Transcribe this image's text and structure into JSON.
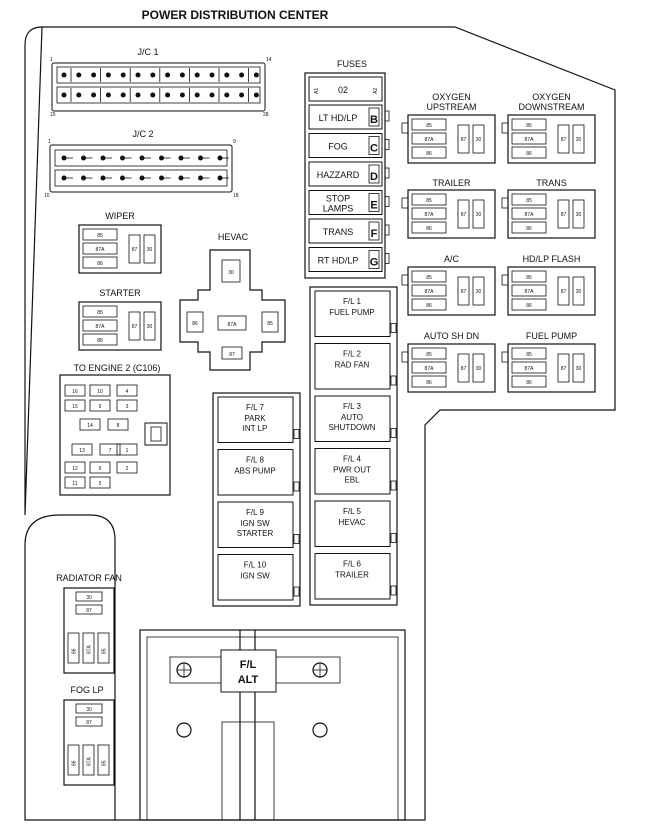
{
  "title": "POWER DISTRIBUTION CENTER",
  "jc1": {
    "label": "J/C 1",
    "pins": [
      "1",
      "14",
      "15",
      "28"
    ]
  },
  "jc2": {
    "label": "J/C 2",
    "pins": [
      "1",
      "9",
      "10",
      "18"
    ]
  },
  "fuses": {
    "label": "FUSES",
    "top": [
      "A1",
      "02",
      "A2"
    ],
    "items": [
      {
        "name": "LT HD/LP",
        "letter": "B"
      },
      {
        "name": "FOG",
        "letter": "C"
      },
      {
        "name": "HAZZARD",
        "letter": "D"
      },
      {
        "name": "STOP LAMPS",
        "letter": "E"
      },
      {
        "name": "TRANS",
        "letter": "F"
      },
      {
        "name": "RT HD/LP",
        "letter": "G"
      }
    ]
  },
  "relays": [
    {
      "name": "OXYGEN UPSTREAM"
    },
    {
      "name": "OXYGEN DOWNSTREAM"
    },
    {
      "name": "TRAILER"
    },
    {
      "name": "TRANS"
    },
    {
      "name": "A/C"
    },
    {
      "name": "HD/LP FLASH"
    },
    {
      "name": "AUTO SH DN"
    },
    {
      "name": "FUEL PUMP"
    },
    {
      "name": "WIPER"
    },
    {
      "name": "STARTER"
    }
  ],
  "relay_pins": [
    "85",
    "87A",
    "86",
    "87",
    "30"
  ],
  "hevac": {
    "label": "HEVAC",
    "pins": [
      "30",
      "86",
      "87A",
      "85",
      "87"
    ]
  },
  "engine_connector": {
    "label": "TO ENGINE 2 (C106)",
    "pins": [
      "16",
      "10",
      "4",
      "15",
      "9",
      "3",
      "14",
      "8",
      "2",
      "13",
      "7",
      "1",
      "12",
      "6",
      "11",
      "5"
    ]
  },
  "fusible_links_left": [
    {
      "id": "F/L 7",
      "desc": "PARK INT LP"
    },
    {
      "id": "F/L 8",
      "desc": "ABS PUMP"
    },
    {
      "id": "F/L 9",
      "desc": "IGN SW STARTER"
    },
    {
      "id": "F/L 10",
      "desc": "IGN SW"
    }
  ],
  "fusible_links_right": [
    {
      "id": "F/L 1",
      "desc": "FUEL PUMP"
    },
    {
      "id": "F/L 2",
      "desc": "RAD FAN"
    },
    {
      "id": "F/L 3",
      "desc": "AUTO SHUTDOWN"
    },
    {
      "id": "F/L 4",
      "desc": "PWR OUT EBL"
    },
    {
      "id": "F/L 5",
      "desc": "HEVAC"
    },
    {
      "id": "F/L 6",
      "desc": "TRAILER"
    }
  ],
  "radiator_fan": {
    "label": "RADIATOR FAN"
  },
  "fog_lp": {
    "label": "FOG LP"
  },
  "alt": {
    "line1": "F/L",
    "line2": "ALT"
  }
}
